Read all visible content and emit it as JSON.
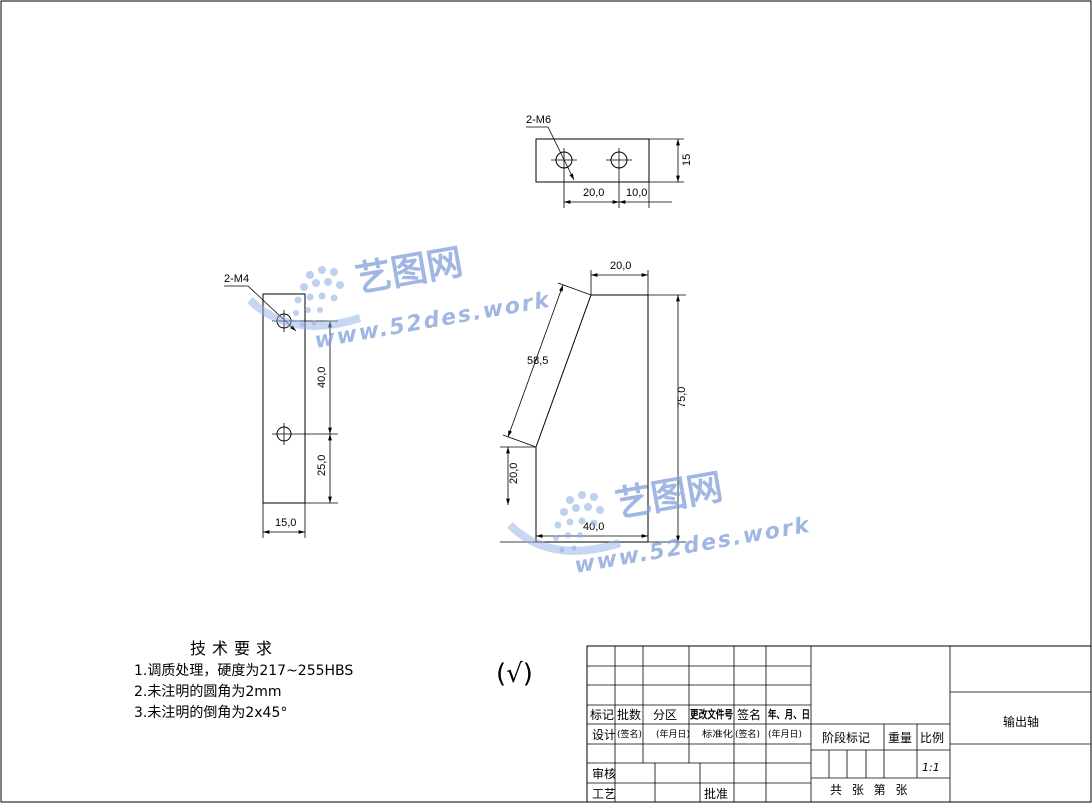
{
  "drawing": {
    "part_name": "输出轴",
    "scale": "1:1",
    "sheet_info": "共 张 第 张",
    "stage_label": "阶段标记",
    "weight_label": "重量",
    "scale_label": "比例"
  },
  "title_block": {
    "header": {
      "mark": "标记",
      "count": "批数",
      "zone": "分区",
      "doc_no": "更改文件号",
      "sign": "签名",
      "date": "年、月、日"
    },
    "design": "设计",
    "sign_hint": "(签名)",
    "date_hint": "(年月日)",
    "standardize": "标准化",
    "review": "审核",
    "process": "工艺",
    "approve": "批准"
  },
  "views": {
    "top": {
      "thread_note": "2-M6",
      "dim_pitch1": "20,0",
      "dim_pitch2": "10,0",
      "dim_height": "15"
    },
    "left": {
      "thread_note": "2-M4",
      "dim_spacing": "40,0",
      "dim_bottom": "25,0",
      "dim_width": "15,0"
    },
    "right": {
      "dim_top": "20,0",
      "dim_slant": "58,5",
      "dim_height": "75,0",
      "dim_low": "20,0",
      "dim_bottom": "40,0"
    }
  },
  "tech_requirements": {
    "title": "技术要求",
    "items": [
      "1.调质处理，硬度为217~255HBS",
      "2.未注明的圆角为2mm",
      "3.未注明的倒角为2x45°"
    ]
  },
  "roughness_symbol": "(√)",
  "watermark": {
    "title": "艺图网",
    "url": "www.52des.work",
    "color": "#7f9fd9"
  }
}
